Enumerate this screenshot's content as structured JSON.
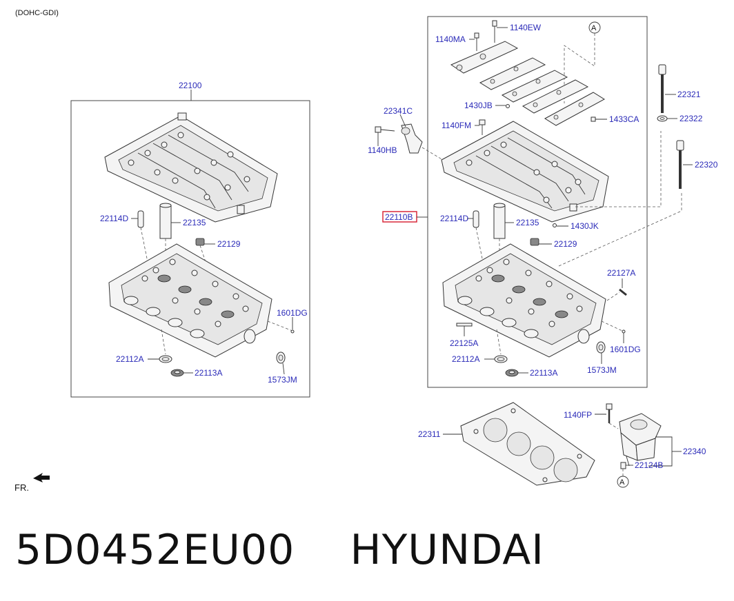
{
  "header": {
    "variant": "(DOHC-GDI)"
  },
  "direction": {
    "fr_label": "FR."
  },
  "ref_marker": "A",
  "caption": {
    "part_number": "5D0452EU00",
    "brand": "HYUNDAI",
    "text": "5D0452EU00    HYUNDAI"
  },
  "highlight_color": "#d8283a",
  "left_assembly": {
    "title": "22100",
    "labels": {
      "l22114D": "22114D",
      "l22135": "22135",
      "l22129": "22129",
      "l1601DG": "1601DG",
      "l22112A": "22112A",
      "l22113A": "22113A",
      "l1573JM": "1573JM"
    }
  },
  "right_assembly": {
    "labels": {
      "l1140EW": "1140EW",
      "l1140MA": "1140MA",
      "l1430JB": "1430JB",
      "l1140FM": "1140FM",
      "l1433CA": "1433CA",
      "l22341C": "22341C",
      "l1140HB": "1140HB",
      "l22110B": "22110B",
      "l22114D": "22114D",
      "l22135": "22135",
      "l1430JK": "1430JK",
      "l22129": "22129",
      "l22127A": "22127A",
      "l22125A": "22125A",
      "l22112A": "22112A",
      "l22113A": "22113A",
      "l1601DG": "1601DG",
      "l1573JM": "1573JM",
      "l22321": "22321",
      "l22322": "22322",
      "l22320": "22320"
    }
  },
  "lower_parts": {
    "l22311": "22311",
    "l1140FP": "1140FP",
    "l22340": "22340",
    "l22124B": "22124B"
  }
}
